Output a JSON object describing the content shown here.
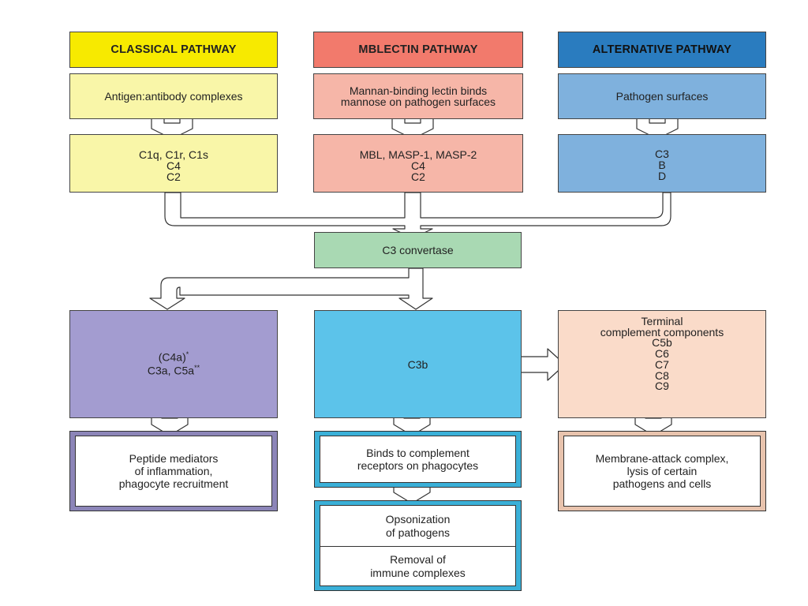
{
  "pathways": {
    "classical": {
      "header": "CLASSICAL PATHWAY",
      "trigger": "Antigen:antibody complexes",
      "components": "C1q, C1r, C1s\nC4\nC2"
    },
    "mblectin": {
      "header": "MBLECTIN PATHWAY",
      "trigger": "Mannan-binding lectin binds\nmannose on pathogen surfaces",
      "components": "MBL, MASP-1, MASP-2\nC4\nC2"
    },
    "alternative": {
      "header": "ALTERNATIVE PATHWAY",
      "trigger": "Pathogen surfaces",
      "components": "C3\nB\nD"
    }
  },
  "convertase": "C3 convertase",
  "effectors": {
    "mediators": {
      "line1": "(C4a)",
      "mark1": "*",
      "line2": "C3a, C5a",
      "mark2": "**"
    },
    "c3b": "C3b",
    "terminal": "Terminal\ncomplement components\nC5b\nC6\nC7\nC8\nC9"
  },
  "outcomes": {
    "inflammation": "Peptide mediators\nof inflammation,\nphagocyte recruitment",
    "binding": "Binds to complement\nreceptors on phagocytes",
    "opsonization": "Opsonization\nof pathogens",
    "removal": "Removal of\nimmune complexes",
    "lysis": "Membrane-attack complex,\nlysis of certain\npathogens and cells"
  },
  "colors": {
    "classical_header": "#f7ea00",
    "classical_body": "#f9f6a8",
    "mblectin_header": "#f27a6c",
    "mblectin_body": "#f6b6a8",
    "alternative_header": "#2a7cbf",
    "alternative_body": "#7fb1dd",
    "convertase": "#a9d9b3",
    "mediators": "#a39cd0",
    "c3b": "#5cc3ea",
    "terminal": "#fadbc9",
    "frame_purple": "#8c85b8",
    "frame_blue": "#3ab0d8",
    "frame_peach": "#e8c3ad"
  }
}
